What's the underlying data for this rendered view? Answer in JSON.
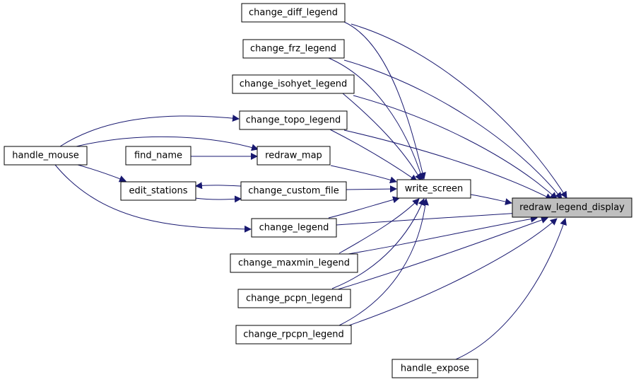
{
  "graph": {
    "title": "",
    "colors": {
      "edge": "#191970",
      "node_fill": "#ffffff",
      "node_border": "#000000",
      "focus_fill": "#bfbfbf"
    },
    "nodes": {
      "change_diff_legend": "change_diff_legend",
      "change_frz_legend": "change_frz_legend",
      "change_isohyet_legend": "change_isohyet_legend",
      "change_topo_legend": "change_topo_legend",
      "handle_mouse": "handle_mouse",
      "find_name": "find_name",
      "redraw_map": "redraw_map",
      "edit_stations": "edit_stations",
      "change_custom_file": "change_custom_file",
      "write_screen": "write_screen",
      "redraw_legend_display": "redraw_legend_display",
      "change_legend": "change_legend",
      "change_maxmin_legend": "change_maxmin_legend",
      "change_pcpn_legend": "change_pcpn_legend",
      "change_rpcpn_legend": "change_rpcpn_legend",
      "handle_expose": "handle_expose"
    },
    "focus_node": "redraw_legend_display",
    "edges": [
      [
        "change_diff_legend",
        "write_screen"
      ],
      [
        "change_diff_legend",
        "redraw_legend_display"
      ],
      [
        "change_frz_legend",
        "write_screen"
      ],
      [
        "change_frz_legend",
        "redraw_legend_display"
      ],
      [
        "change_isohyet_legend",
        "write_screen"
      ],
      [
        "change_isohyet_legend",
        "redraw_legend_display"
      ],
      [
        "change_topo_legend",
        "write_screen"
      ],
      [
        "change_topo_legend",
        "redraw_legend_display"
      ],
      [
        "handle_mouse",
        "change_topo_legend"
      ],
      [
        "handle_mouse",
        "redraw_map"
      ],
      [
        "handle_mouse",
        "edit_stations"
      ],
      [
        "handle_mouse",
        "change_legend"
      ],
      [
        "find_name",
        "redraw_map"
      ],
      [
        "redraw_map",
        "write_screen"
      ],
      [
        "edit_stations",
        "change_custom_file"
      ],
      [
        "change_custom_file",
        "edit_stations"
      ],
      [
        "change_custom_file",
        "write_screen"
      ],
      [
        "change_legend",
        "write_screen"
      ],
      [
        "change_legend",
        "redraw_legend_display"
      ],
      [
        "change_maxmin_legend",
        "write_screen"
      ],
      [
        "change_maxmin_legend",
        "redraw_legend_display"
      ],
      [
        "change_pcpn_legend",
        "write_screen"
      ],
      [
        "change_pcpn_legend",
        "redraw_legend_display"
      ],
      [
        "change_rpcpn_legend",
        "write_screen"
      ],
      [
        "change_rpcpn_legend",
        "redraw_legend_display"
      ],
      [
        "write_screen",
        "redraw_legend_display"
      ],
      [
        "handle_expose",
        "redraw_legend_display"
      ]
    ]
  }
}
